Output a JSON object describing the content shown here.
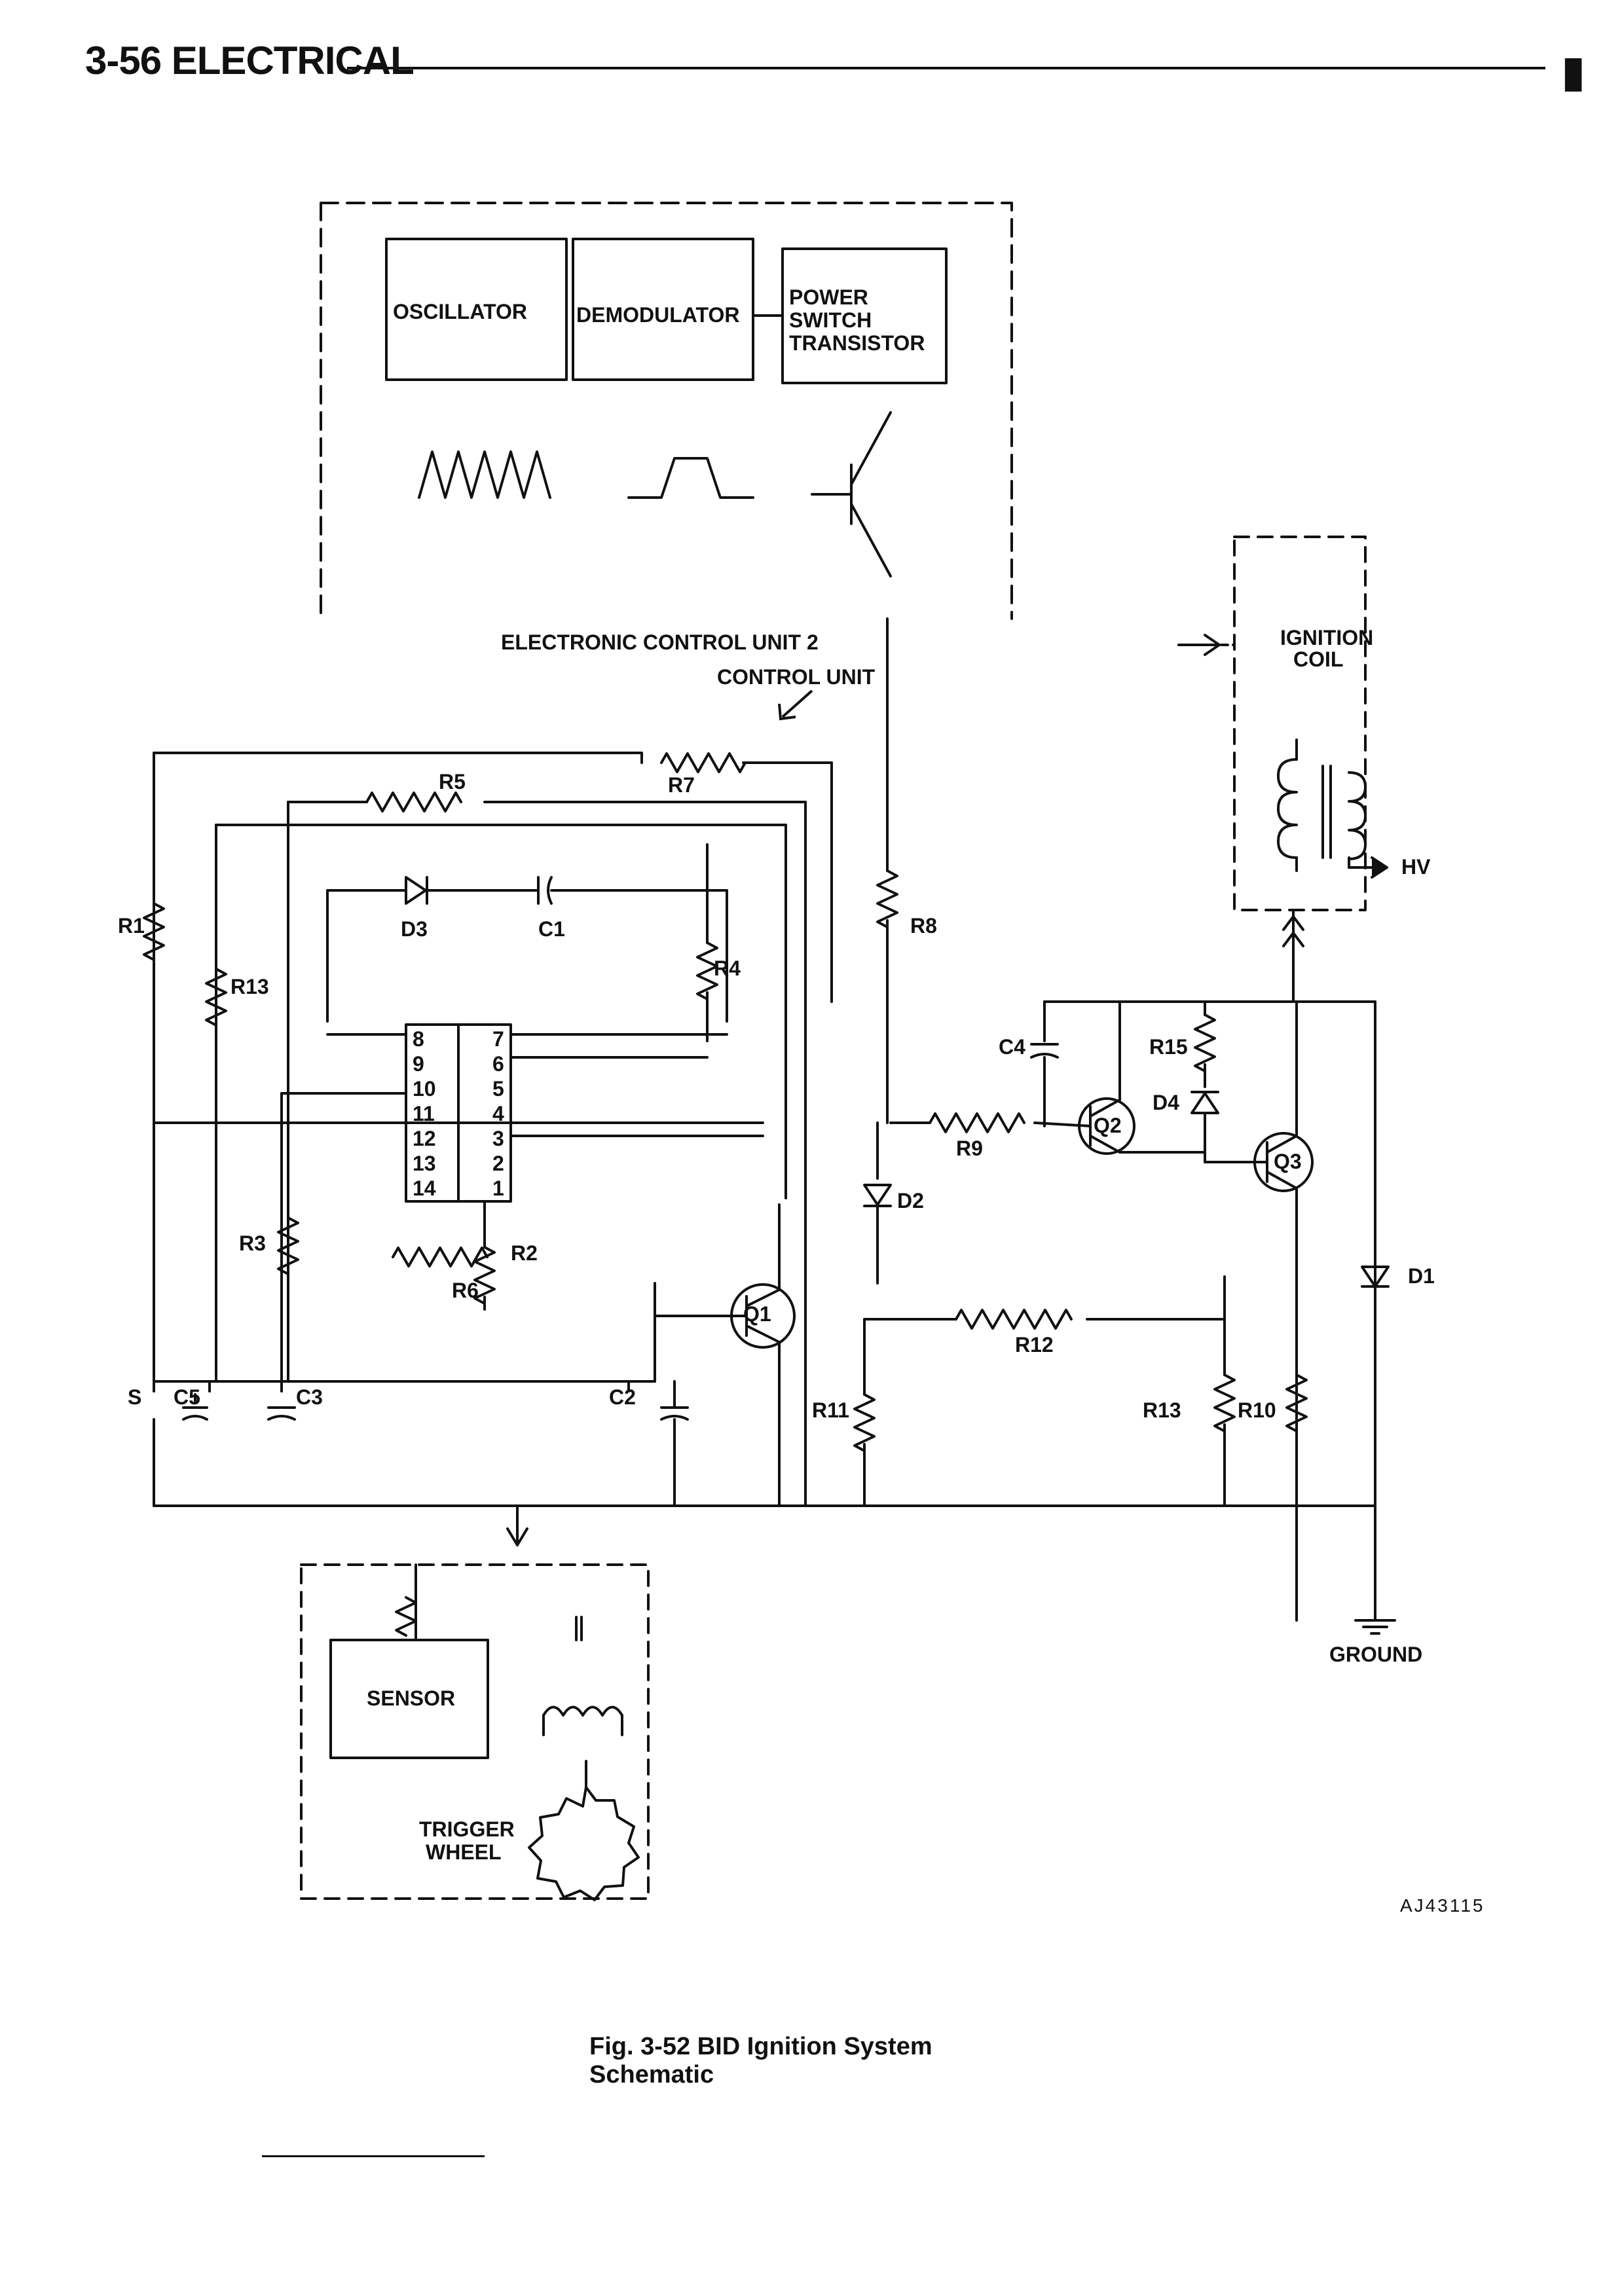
{
  "page_header": {
    "title": "3-56 ELECTRICAL"
  },
  "blocks": {
    "oscillator": "OSCILLATOR",
    "demodulator": "DEMODULATOR",
    "power_switch": [
      "POWER",
      "SWITCH",
      "TRANSISTOR"
    ],
    "ecu_label": "ELECTRONIC CONTROL UNIT 2",
    "control_unit": "CONTROL UNIT",
    "ignition_coil": [
      "IGNITION",
      "COIL"
    ],
    "hv": "HV",
    "ground": "GROUND",
    "sensor": "SENSOR",
    "trigger_wheel": [
      "TRIGGER",
      "WHEEL"
    ]
  },
  "components": {
    "R1": "R1",
    "R2": "R2",
    "R3": "R3",
    "R4": "R4",
    "R5": "R5",
    "R6": "R6",
    "R7": "R7",
    "R8": "R8",
    "R9": "R9",
    "R10": "R10",
    "R11": "R11",
    "R12": "R12",
    "R13": "R13",
    "R13b": "R13",
    "R15": "R15",
    "C1": "C1",
    "C2": "C2",
    "C3": "C3",
    "C4": "C4",
    "C5": "C5",
    "D1": "D1",
    "D2": "D2",
    "D3": "D3",
    "D4": "D4",
    "Q1": "Q1",
    "Q2": "Q2",
    "Q3": "Q3",
    "S": "S"
  },
  "connector_pins_left": [
    "8",
    "9",
    "10",
    "11",
    "12",
    "13",
    "14"
  ],
  "connector_pins_right": [
    "7",
    "6",
    "5",
    "4",
    "3",
    "2",
    "1"
  ],
  "figure_id": "AJ43115",
  "caption": "Fig. 3-52  BID Ignition System Schematic"
}
